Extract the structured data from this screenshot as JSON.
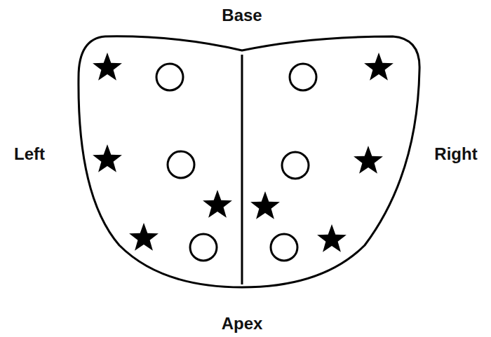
{
  "diagram": {
    "labels": [
      "Base",
      "Left",
      "Right",
      "Apex"
    ]
  }
}
